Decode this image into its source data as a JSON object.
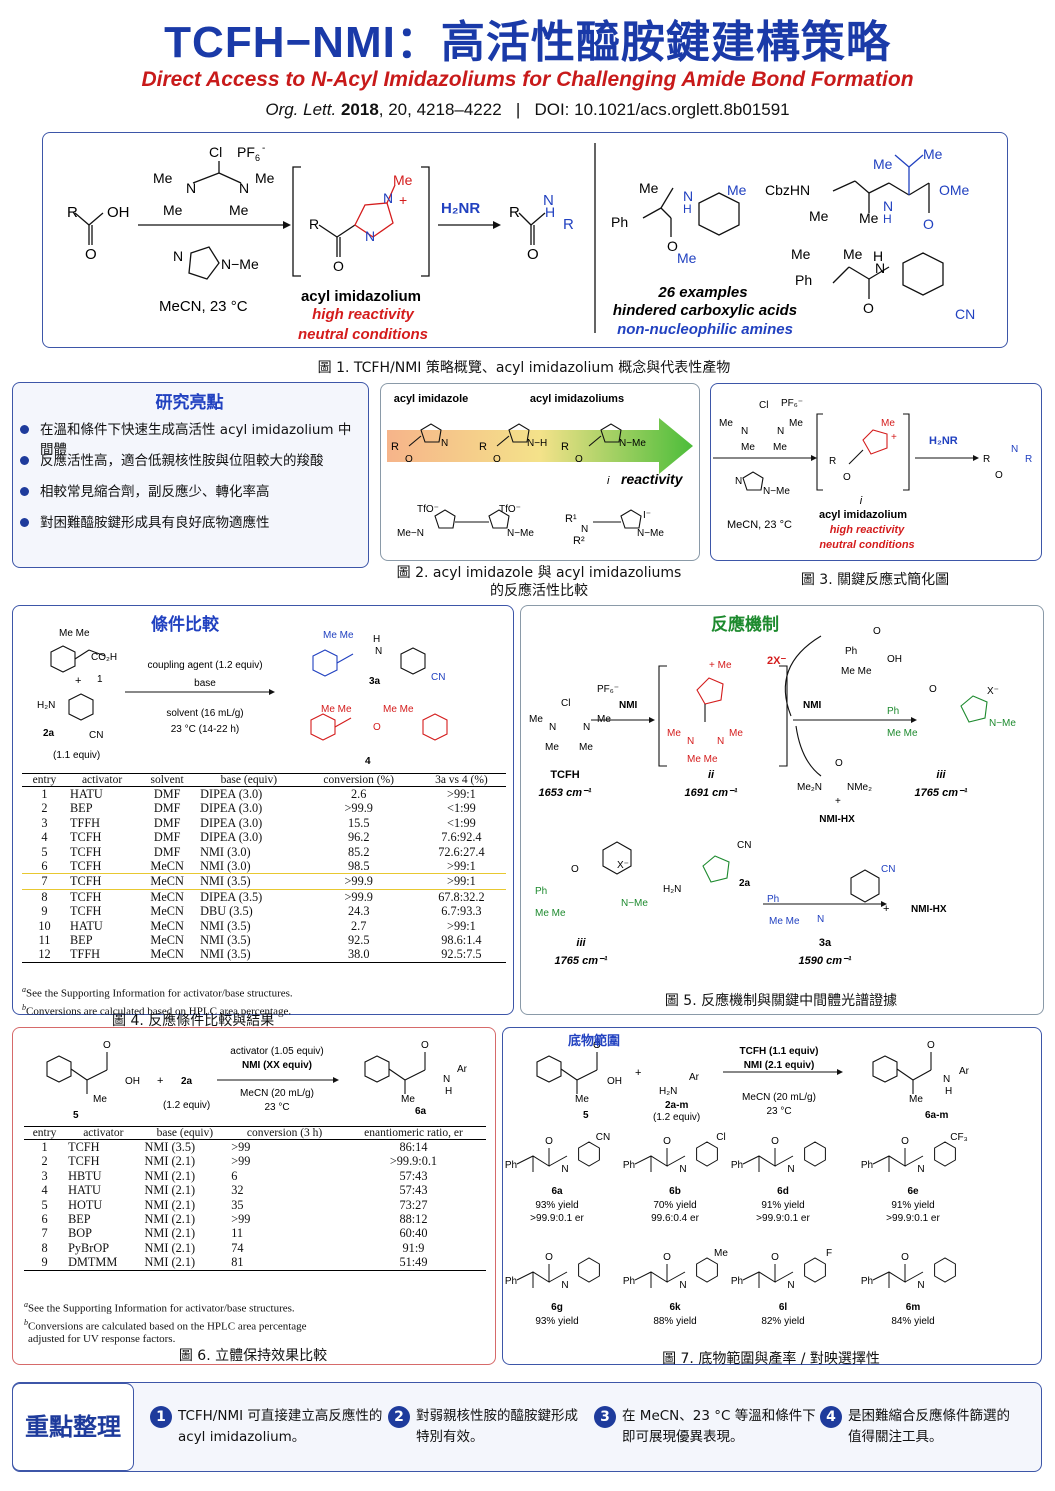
{
  "header": {
    "title": "TCFH−NMI：高活性醯胺鍵建構策略",
    "subtitle": "Direct Access to N-Acyl Imidazoliums for Challenging Amide Bond Formation",
    "journal": "Org. Lett.",
    "year": "2018",
    "volume_pages": ", 20, 4218–4222",
    "separator": "|",
    "doi": "DOI: 10.1021/acs.orglett.8b01591"
  },
  "fig1": {
    "caption": "圖 1. TCFH/NMI 策略概覽、acyl imidazolium 概念與代表性產物",
    "solvent": "MeCN, 23 °C",
    "intermediate_name": "acyl imidazolium",
    "feature_1": "high reactivity",
    "feature_2": "neutral conditions",
    "reagent_amine": "H₂NR",
    "scope_count": "26 examples",
    "scope_acids": "hindered carboxylic acids",
    "scope_amines": "non-nucleophilic amines"
  },
  "highlights": {
    "title": "研究亮點",
    "items": [
      "在溫和條件下快速生成高活性 acyl imidazolium 中間體",
      "反應活性高，適合低親核性胺與位阻較大的羧酸",
      "相較常見縮合劑，副反應少、轉化率高",
      "對困難醯胺鍵形成具有良好底物適應性"
    ]
  },
  "fig2": {
    "caption_line1": "圖 2. acyl imidazole 與 acyl imidazoliums",
    "caption_line2": "的反應活性比較",
    "label_left": "acyl imidazole",
    "label_right": "acyl imidazoliums",
    "arrow_label": "reactivity"
  },
  "fig3": {
    "caption": "圖 3. 關鍵反應式簡化圖",
    "solvent": "MeCN, 23 °C",
    "intermediate_name": "acyl imidazolium",
    "feature_1": "high reactivity",
    "feature_2": "neutral conditions",
    "reagent": "H₂NR"
  },
  "fig4": {
    "title": "條件比較",
    "caption": "圖 4. 反應條件比較與結果",
    "reagent_line1": "coupling agent (1.2 equiv)",
    "reagent_line2": "base",
    "solvent_line1": "solvent (16 mL/g)",
    "solvent_line2": "23 °C (14-22 h)",
    "amine_equiv": "(1.1 equiv)",
    "columns": [
      "entry",
      "activator",
      "solvent",
      "base (equiv)",
      "conversion (%)",
      "3a vs 4 (%)"
    ],
    "rows": [
      [
        "1",
        "HATU",
        "DMF",
        "DIPEA (3.0)",
        "2.6",
        ">99:1"
      ],
      [
        "2",
        "BEP",
        "DMF",
        "DIPEA (3.0)",
        ">99.9",
        "<1:99"
      ],
      [
        "3",
        "TFFH",
        "DMF",
        "DIPEA (3.0)",
        "15.5",
        "<1:99"
      ],
      [
        "4",
        "TCFH",
        "DMF",
        "DIPEA (3.0)",
        "96.2",
        "7.6:92.4"
      ],
      [
        "5",
        "TCFH",
        "DMF",
        "NMI (3.0)",
        "85.2",
        "72.6:27.4"
      ],
      [
        "6",
        "TCFH",
        "MeCN",
        "NMI (3.0)",
        "98.5",
        ">99:1"
      ],
      [
        "7",
        "TCFH",
        "MeCN",
        "NMI (3.5)",
        ">99.9",
        ">99:1"
      ],
      [
        "8",
        "TCFH",
        "MeCN",
        "DIPEA (3.5)",
        ">99.9",
        "67.8:32.2"
      ],
      [
        "9",
        "TCFH",
        "MeCN",
        "DBU (3.5)",
        "24.3",
        "6.7:93.3"
      ],
      [
        "10",
        "HATU",
        "MeCN",
        "NMI (3.5)",
        "2.7",
        ">99:1"
      ],
      [
        "11",
        "BEP",
        "MeCN",
        "NMI (3.5)",
        "92.5",
        "98.6:1.4"
      ],
      [
        "12",
        "TFFH",
        "MeCN",
        "NMI (3.5)",
        "38.0",
        "92.5:7.5"
      ]
    ],
    "footnote_a": "See the Supporting Information for activator/base structures.",
    "footnote_b": "Conversions are calculated based on HPLC area percentage."
  },
  "fig5": {
    "title": "反應機制",
    "caption": "圖 5. 反應機制與關鍵中間體光譜證據",
    "tcfh_label": "TCFH",
    "tcfh_ir": "1653 cm⁻¹",
    "ii_label": "ii",
    "ii_ir": "1691 cm⁻¹",
    "iii_label": "iii",
    "iii_ir": "1765 cm⁻¹",
    "product_label": "3a",
    "product_ir": "1590 cm⁻¹",
    "nmi": "NMI",
    "byproduct": "NMI-HX"
  },
  "fig6": {
    "caption": "圖 6. 立體保持效果比較",
    "reagent_line1": "activator (1.05 equiv)",
    "reagent_line2": "NMI (XX equiv)",
    "solvent_line1": "MeCN (20 mL/g)",
    "solvent_line2": "23 °C",
    "amine_equiv": "(1.2 equiv)",
    "columns": [
      "entry",
      "activator",
      "base (equiv)",
      "conversion (3 h)",
      "enantiomeric ratio, er"
    ],
    "rows": [
      [
        "1",
        "TCFH",
        "NMI (3.5)",
        ">99",
        "86:14"
      ],
      [
        "2",
        "TCFH",
        "NMI (2.1)",
        ">99",
        ">99.9:0.1"
      ],
      [
        "3",
        "HBTU",
        "NMI (2.1)",
        "6",
        "57:43"
      ],
      [
        "4",
        "HATU",
        "NMI (2.1)",
        "32",
        "57:43"
      ],
      [
        "5",
        "HOTU",
        "NMI (2.1)",
        "35",
        "73:27"
      ],
      [
        "6",
        "BEP",
        "NMI (2.1)",
        ">99",
        "88:12"
      ],
      [
        "7",
        "BOP",
        "NMI (2.1)",
        "11",
        "60:40"
      ],
      [
        "8",
        "PyBrOP",
        "NMI (2.1)",
        "74",
        "91:9"
      ],
      [
        "9",
        "DMTMM",
        "NMI (2.1)",
        "81",
        "51:49"
      ]
    ],
    "footnote_a": "See the Supporting Information for activator/base structures.",
    "footnote_b1": "Conversions are calculated based on the HPLC area percentage",
    "footnote_b2": "adjusted for UV response factors."
  },
  "fig7": {
    "title": "底物範圍",
    "caption": "圖 7. 底物範圍與產率 / 對映選擇性",
    "reagent_line1": "TCFH (1.1 equiv)",
    "reagent_line2": "NMI (2.1 equiv)",
    "solvent_line1": "MeCN (20 mL/g)",
    "solvent_line2": "23 °C",
    "amine_label": "2a-m",
    "amine_equiv": "(1.2 equiv)",
    "product_label": "6a-m",
    "products": [
      {
        "id": "6a",
        "yield": "93% yield",
        "er": ">99.9:0.1 er",
        "sub": "CN"
      },
      {
        "id": "6b",
        "yield": "70% yield",
        "er": "99.6:0.4 er",
        "sub": "Cl"
      },
      {
        "id": "6d",
        "yield": "91% yield",
        "er": ">99.9:0.1 er",
        "sub": ""
      },
      {
        "id": "6e",
        "yield": "91% yield",
        "er": ">99.9:0.1 er",
        "sub": "CF₃"
      },
      {
        "id": "6g",
        "yield": "93% yield",
        "er": ">99.9:0.1 er",
        "sub": ""
      },
      {
        "id": "6k",
        "yield": "88% yield",
        "er": ">99.9:0.1 er",
        "sub": "Me"
      },
      {
        "id": "6l",
        "yield": "82% yield",
        "er": ">99.9:0.1 er",
        "sub": "F"
      },
      {
        "id": "6m",
        "yield": "84% yield",
        "er": ">99.9:0.1 er",
        "sub": ""
      }
    ]
  },
  "key_points": {
    "title": "重點整理",
    "items": [
      {
        "num": "1",
        "line1": "TCFH/NMI 可直接建立高反應性的",
        "line2": "acyl imidazolium。"
      },
      {
        "num": "2",
        "line1": "對弱親核性胺的醯胺鍵形成",
        "line2": "特別有效。"
      },
      {
        "num": "3",
        "line1": "在 MeCN、23 °C 等溫和條件下",
        "line2": "即可展現優異表現。"
      },
      {
        "num": "4",
        "line1": "是困難縮合反應條件篩選的",
        "line2": "值得關注工具。"
      }
    ]
  },
  "colors": {
    "accent_blue": "#1a3aa8",
    "accent_red": "#c81a1a",
    "green": "#1d8a2e"
  }
}
